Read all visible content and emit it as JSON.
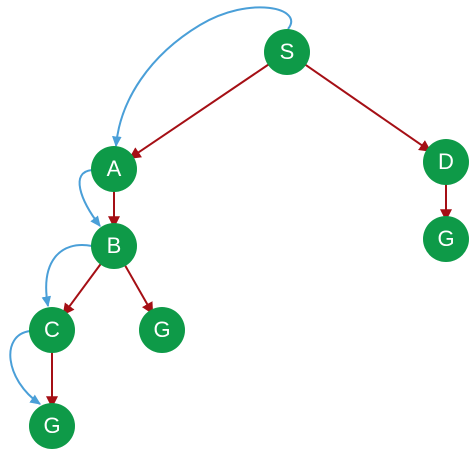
{
  "colors": {
    "node_fill": "#0e9a48",
    "node_text": "#ffffff",
    "tree_edge": "#a50f15",
    "search_path": "#4a9fd8",
    "background": "#ffffff"
  },
  "tree": {
    "nodes": [
      {
        "id": "S",
        "label": "S"
      },
      {
        "id": "A",
        "label": "A"
      },
      {
        "id": "D",
        "label": "D"
      },
      {
        "id": "G1",
        "label": "G"
      },
      {
        "id": "B",
        "label": "B"
      },
      {
        "id": "C",
        "label": "C"
      },
      {
        "id": "G2",
        "label": "G"
      },
      {
        "id": "G3",
        "label": "G"
      }
    ],
    "edges": [
      {
        "from": "S",
        "to": "A"
      },
      {
        "from": "S",
        "to": "D"
      },
      {
        "from": "D",
        "to": "G1"
      },
      {
        "from": "A",
        "to": "B"
      },
      {
        "from": "B",
        "to": "C"
      },
      {
        "from": "B",
        "to": "G2"
      },
      {
        "from": "C",
        "to": "G3"
      }
    ],
    "search_path": [
      "S",
      "A",
      "B",
      "C",
      "G3"
    ]
  }
}
